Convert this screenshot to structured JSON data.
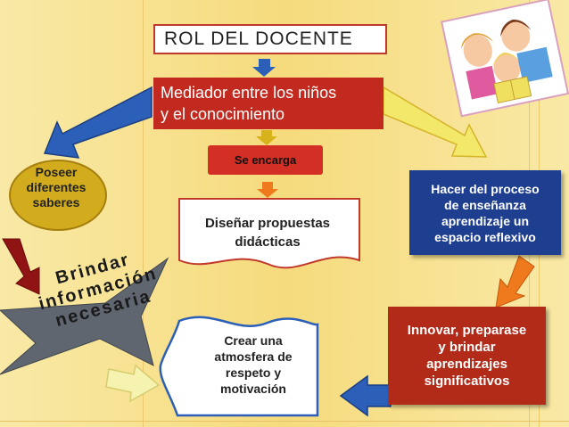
{
  "title": "ROL  DEL  DOCENTE",
  "mediator": {
    "line1": "Mediador  entre  los  niños",
    "line2": "y el conocimiento"
  },
  "se_encarga": "Se encarga",
  "disenar": {
    "line1": "Diseñar propuestas",
    "line2": "didácticas"
  },
  "poseer": {
    "line1": "Poseer",
    "line2": "diferentes",
    "line3": "saberes"
  },
  "hacer": {
    "line1": "Hacer del proceso",
    "line2": "de enseñanza",
    "line3": "aprendizaje un",
    "line4": "espacio reflexivo"
  },
  "brindar": {
    "line1": "Brindar",
    "line2": "información",
    "line3": "necesaria"
  },
  "innovar": {
    "line1": "Innovar, preparase",
    "line2": "y brindar",
    "line3": "aprendizajes",
    "line4": "significativos"
  },
  "crear": {
    "line1": "Crear una",
    "line2": "atmosfera de",
    "line3": "respeto y",
    "line4": "motivación"
  },
  "colors": {
    "background": "#f6db7d",
    "red": "#c32a1f",
    "blue": "#1e3f8f",
    "arrow_blue": "#2c5fb8",
    "arrow_yellow": "#f4e86a",
    "arrow_gold": "#d8b21a",
    "arrow_orange": "#ef7a1e",
    "arrow_darkred": "#8f1413",
    "star_gray": "#5f6670"
  },
  "icons": {
    "illustration": "children-reading-illustration"
  }
}
